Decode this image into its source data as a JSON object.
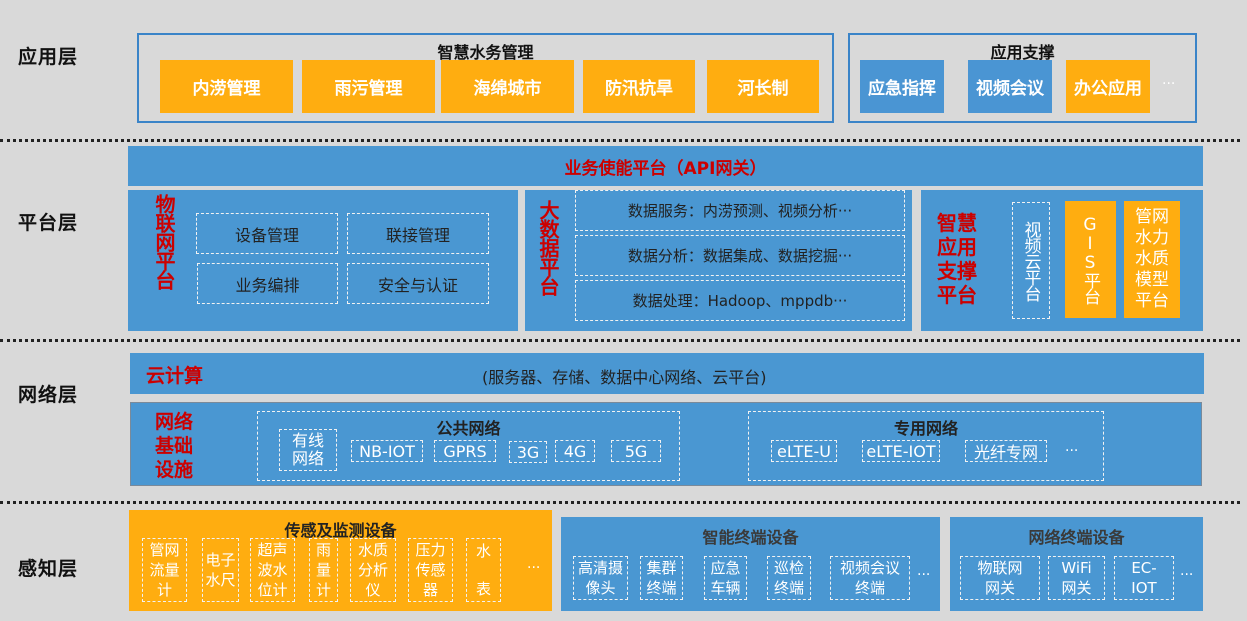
{
  "layers": {
    "application": "应用层",
    "platform": "平台层",
    "network": "网络层",
    "perception": "感知层"
  },
  "app": {
    "water_mgmt": {
      "title": "智慧水务管理",
      "items": [
        "内涝管理",
        "雨污管理",
        "海绵城市",
        "防汛抗旱",
        "河长制"
      ]
    },
    "support": {
      "title": "应用支撑",
      "items": [
        "应急指挥",
        "视频会议",
        "办公应用"
      ],
      "more": "···"
    }
  },
  "platform": {
    "api_gateway": "业务使能平台（API网关）",
    "iot": {
      "title": "物联网平台",
      "items": [
        "设备管理",
        "联接管理",
        "业务编排",
        "安全与认证"
      ]
    },
    "bigdata": {
      "title": "大数据平台",
      "rows": [
        "数据服务：内涝预测、视频分析···",
        "数据分析：数据集成、数据挖掘···",
        "数据处理：Hadoop、mppdb···"
      ]
    },
    "smart_support": {
      "title": "智慧应用支撑平台",
      "video_cloud": "视频云平台",
      "gis": "GIS平台",
      "pipe_model": "管网水力水质模型平台"
    }
  },
  "network": {
    "cloud": {
      "title": "云计算",
      "desc": "(服务器、存储、数据中心网络、云平台)"
    },
    "infra": {
      "title": "网络基础设施",
      "public": {
        "title": "公共网络",
        "items": [
          "有线网络",
          "NB-IOT",
          "GPRS",
          "3G",
          "4G",
          "5G"
        ]
      },
      "private": {
        "title": "专用网络",
        "items": [
          "eLTE-U",
          "eLTE-IOT",
          "光纤专网"
        ],
        "more": "···"
      }
    }
  },
  "perception": {
    "sensors": {
      "title": "传感及监测设备",
      "items": [
        "管网流量计",
        "电子水尺",
        "超声波水位计",
        "雨量计",
        "水质分析仪",
        "压力传感器",
        "水表"
      ],
      "more": "···"
    },
    "smart_terminals": {
      "title": "智能终端设备",
      "items": [
        "高清摄像头",
        "集群终端",
        "应急车辆",
        "巡检终端",
        "视频会议终端"
      ],
      "more": "···"
    },
    "network_terminals": {
      "title": "网络终端设备",
      "items": [
        "物联网网关",
        "WiFi网关",
        "EC-IOT"
      ],
      "more": "···"
    }
  },
  "colors": {
    "background": "#d9d9d9",
    "blue": "#4a97d2",
    "orange": "#ffad10",
    "red": "#cc0000"
  }
}
